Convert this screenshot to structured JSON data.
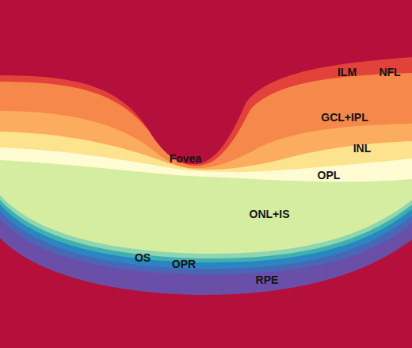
{
  "diagram": {
    "labels": [
      "ILM",
      "NFL",
      "GCL+IPL",
      "INL",
      "Fovea",
      "OPL",
      "ONL+IS",
      "OS",
      "OPR",
      "RPE"
    ]
  }
}
